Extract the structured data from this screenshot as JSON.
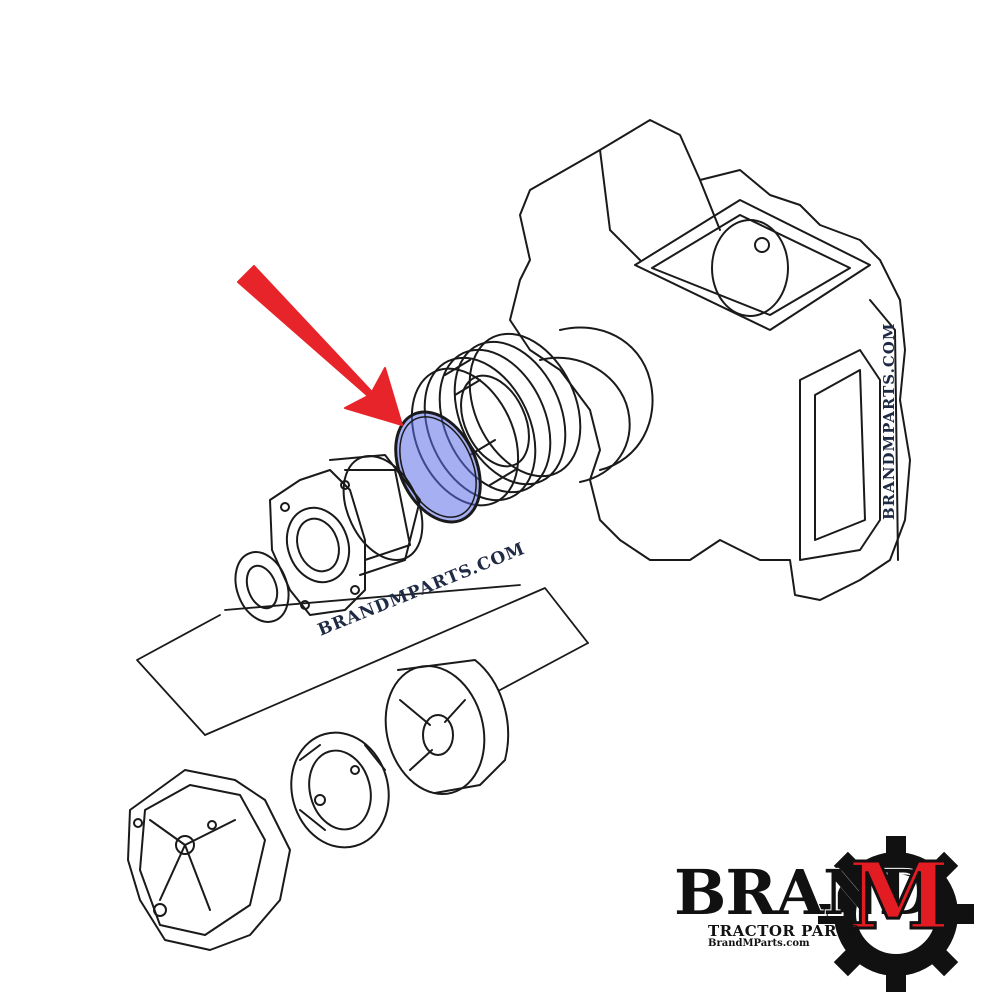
{
  "watermarks": {
    "center": "BRANDMPARTS.COM",
    "right": "BRANDMPARTS.COM"
  },
  "logo": {
    "brand": "BRAND",
    "letter": "M",
    "subtitle": "TRACTOR PARTS",
    "url": "BrandMParts.com"
  },
  "colors": {
    "arrow": "#e8242b",
    "highlight": "#5b6ee8",
    "line": "#1a1a1a",
    "logo_red": "#e31b23"
  }
}
